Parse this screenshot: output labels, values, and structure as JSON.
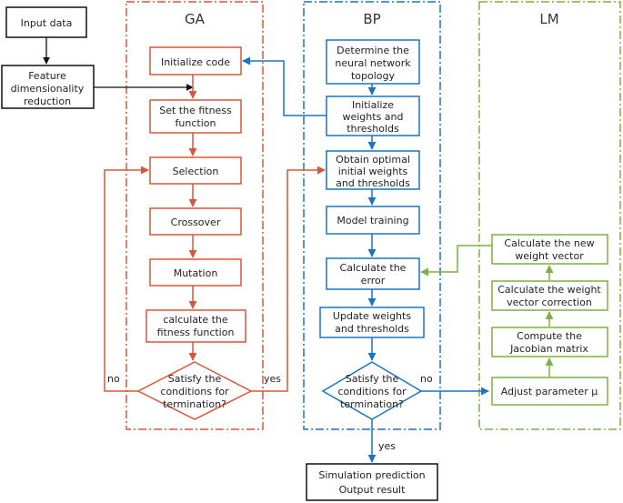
{
  "colors": {
    "ga": "#d9563b",
    "bp": "#1a74c0",
    "lm": "#7bb241",
    "black": "#111111"
  },
  "sections": {
    "ga": "GA",
    "bp": "BP",
    "lm": "LM"
  },
  "left": {
    "input_data": "Input data",
    "feature_dim": [
      "Feature",
      "dimensionality",
      "reduction"
    ]
  },
  "ga": {
    "initialize_code": "Initialize code",
    "set_fitness": [
      "Set the fitness",
      "function"
    ],
    "selection": "Selection",
    "crossover": "Crossover",
    "mutation": "Mutation",
    "calc_fitness": [
      "calculate the",
      "fitness function"
    ],
    "satisfy": [
      "Satisfy the",
      "conditions for",
      "termination?"
    ],
    "no_label": "no",
    "yes_label": "yes"
  },
  "bp": {
    "determine_topology": [
      "Determine the",
      "neural network",
      "topology"
    ],
    "init_weights": [
      "Initialize",
      "weights and",
      "thresholds"
    ],
    "obtain_optimal": [
      "Obtain optimal",
      "initial weights",
      "and thresholds"
    ],
    "model_training": "Model training",
    "calc_error": [
      "Calculate the",
      "error"
    ],
    "update_weights": [
      "Update weights",
      "and thresholds"
    ],
    "satisfy": [
      "Satisfy the",
      "conditions for",
      "termination?"
    ],
    "no_label": "no",
    "yes_label": "yes"
  },
  "lm": {
    "calc_new_weight": [
      "Calculate the new",
      "weight vector"
    ],
    "calc_weight_corr": [
      "Calculate the weight",
      "vector correction"
    ],
    "compute_jacobian": [
      "Compute the",
      "Jacobian matrix"
    ],
    "adjust_mu": "Adjust parameter μ"
  },
  "output": [
    "Simulation prediction",
    "Output result"
  ]
}
